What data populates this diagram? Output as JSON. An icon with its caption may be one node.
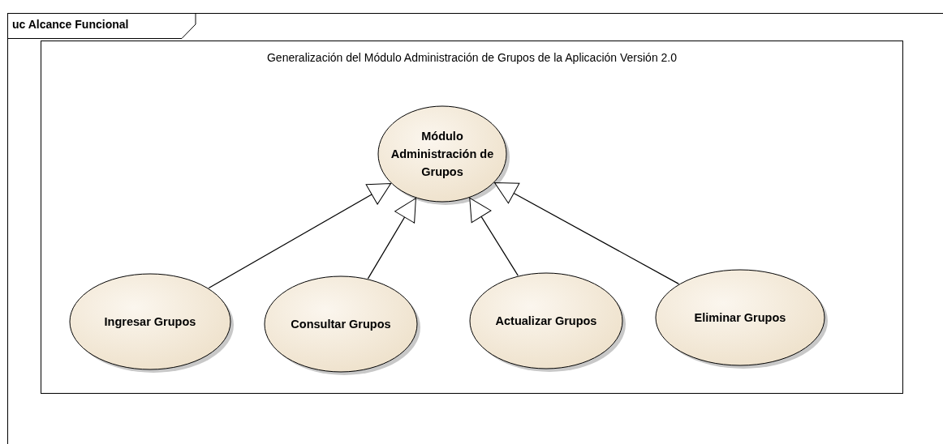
{
  "diagram": {
    "nodes": [
      {
        "text": [
          "uc Alcance Funcional"
        ]
      },
      {
        "text": [
          "Generalización del Módulo Administración de Grupos de la Aplicación Versión 2.0"
        ],
        "in": 0
      },
      {
        "text": [
          "Módulo Administración de Grupos"
        ],
        "in": 1
      },
      {
        "text": [
          "Ingresar Grupos"
        ],
        "in": 1
      },
      {
        "text": [
          "Consultar Grupos"
        ],
        "in": 1
      },
      {
        "text": [
          "Actualizar Grupos"
        ],
        "in": 1
      },
      {
        "text": [
          "Eliminar Grupos"
        ],
        "in": 1
      }
    ],
    "edges": [
      {
        "from": 3,
        "to": 2,
        "arrow": "to"
      },
      {
        "from": 4,
        "to": 2,
        "arrow": "to"
      },
      {
        "from": 5,
        "to": 2,
        "arrow": "to"
      },
      {
        "from": 6,
        "to": 2,
        "arrow": "to"
      }
    ]
  }
}
